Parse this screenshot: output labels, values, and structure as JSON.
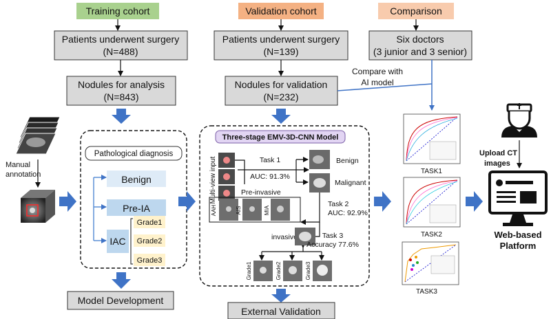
{
  "headers": {
    "training": "Training cohort",
    "validation": "Validation cohort",
    "comparison": "Comparison"
  },
  "training": {
    "patients_line1": "Patients underwent surgery",
    "patients_line2": "(N=488)",
    "nodules_line1": "Nodules for analysis",
    "nodules_line2": "(N=843)",
    "manual_line1": "Manual",
    "manual_line2": "annotation",
    "pathology_title": "Pathological diagnosis",
    "benign": "Benign",
    "preia": "Pre-IA",
    "iac": "IAC",
    "grade1": "Grade1",
    "grade2": "Grade2",
    "grade3": "Grade3",
    "bottom": "Model Development"
  },
  "validation": {
    "patients_line1": "Patients underwent surgery",
    "patients_line2": "(N=139)",
    "nodules_line1": "Nodules for validation",
    "nodules_line2": "(N=232)",
    "model_title": "Three-stage EMV-3D-CNN Model",
    "multiview": "Multi-view input",
    "task1": "Task 1",
    "task1_auc": "AUC: 91.3%",
    "benign": "Benign",
    "malignant": "Malignant",
    "preinvasive": "Pre-invasive",
    "aah": "AAH",
    "ais": "AIS",
    "mia": "MIA",
    "task2": "Task 2",
    "task2_auc": "AUC: 92.9%",
    "invasive": "invasive",
    "task3": "Task 3",
    "task3_acc": "Accuracy 77.6%",
    "grade1": "Grade1",
    "grade2": "Grade2",
    "grade3": "Grade3",
    "bottom": "External Validation"
  },
  "comparison": {
    "doctors_line1": "Six doctors",
    "doctors_line2": "(3 junior and 3 senior)",
    "compare_line1": "Compare with",
    "compare_line2": "AI model",
    "task1": "TASK1",
    "task2": "TASK2",
    "task3": "TASK3",
    "upload_line1": "Upload CT",
    "upload_line2": "images",
    "platform_line1": "Web-based",
    "platform_line2": "Platform"
  },
  "colors": {
    "training_header": "#a9d18e",
    "validation_header": "#f4b183",
    "comparison_header": "#f8cbad",
    "gray_box": "#d9d9d9",
    "blue_box": "#bdd7ee",
    "light_blue": "#deebf7",
    "grade_box": "#fff2cc",
    "purple": "#e2d5f3",
    "arrow_blue": "#3f73c6"
  }
}
